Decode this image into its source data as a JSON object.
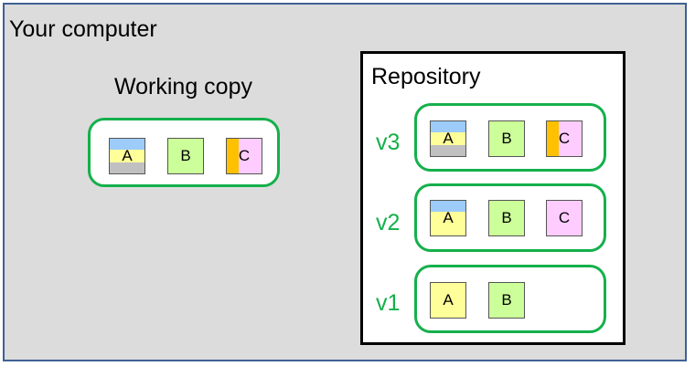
{
  "labels": {
    "computer": "Your computer",
    "working_copy": "Working copy",
    "repository": "Repository"
  },
  "colors": {
    "group_border": "#14b04b",
    "version_label": "#14b04b",
    "computer_border": "#3f6193",
    "computer_bg": "#dcdcdc",
    "file_a_base": "#ffff99",
    "file_a_top_change": "#9dcbfa",
    "file_a_bottom_change": "#c0c0c0",
    "file_b": "#ccff99",
    "file_c_base": "#ffccff",
    "file_c_side_change": "#ffc000"
  },
  "working_copy": {
    "files": [
      {
        "name": "A",
        "changes": [
          "top-blue",
          "bottom-gray"
        ]
      },
      {
        "name": "B",
        "changes": []
      },
      {
        "name": "C",
        "changes": [
          "left-orange"
        ]
      }
    ]
  },
  "repository": {
    "versions": [
      {
        "label": "v3",
        "files": [
          {
            "name": "A",
            "changes": [
              "top-blue",
              "bottom-gray"
            ]
          },
          {
            "name": "B",
            "changes": []
          },
          {
            "name": "C",
            "changes": [
              "left-orange"
            ]
          }
        ]
      },
      {
        "label": "v2",
        "files": [
          {
            "name": "A",
            "changes": [
              "top-blue"
            ]
          },
          {
            "name": "B",
            "changes": []
          },
          {
            "name": "C",
            "changes": []
          }
        ]
      },
      {
        "label": "v1",
        "files": [
          {
            "name": "A",
            "changes": []
          },
          {
            "name": "B",
            "changes": []
          }
        ]
      }
    ]
  }
}
